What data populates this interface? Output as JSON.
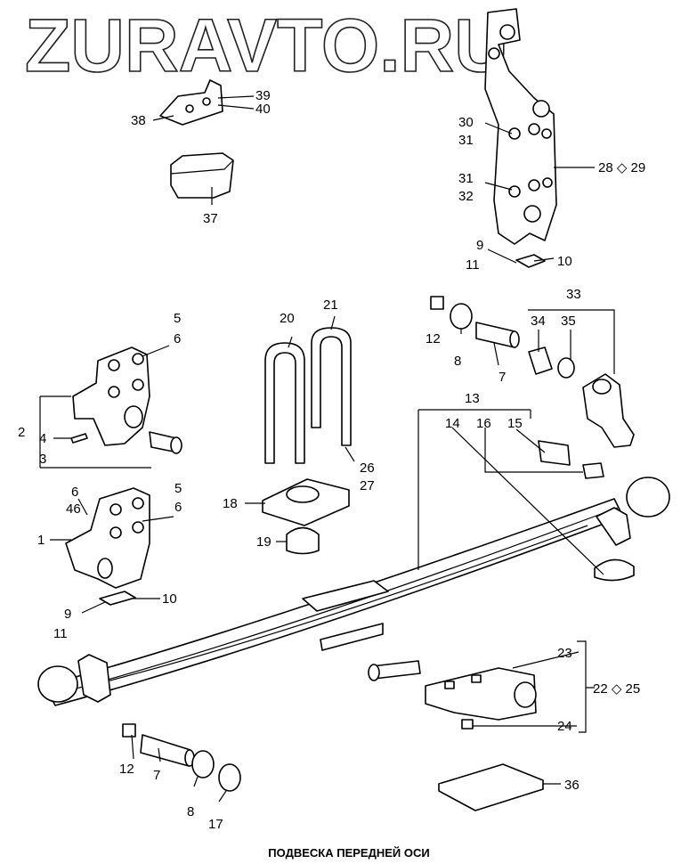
{
  "watermark": "ZURAVTO.RU",
  "caption": "ПОДВЕСКА ПЕРЕДНЕЙ ОСИ",
  "labels": {
    "l39": "39",
    "l40": "40",
    "l38": "38",
    "l37": "37",
    "l30": "30",
    "l31a": "31",
    "l31b": "31",
    "l32": "32",
    "l28": "28 ◇ 29",
    "l9a": "9",
    "l11a": "11",
    "l10a": "10",
    "l5a": "5",
    "l6a": "6",
    "l2": "2",
    "l4": "4",
    "l3": "3",
    "l20": "20",
    "l21": "21",
    "l26": "26",
    "l27": "27",
    "l33": "33",
    "l34": "34",
    "l35": "35",
    "l12a": "12",
    "l8a": "8",
    "l7a": "7",
    "l13": "13",
    "l14": "14",
    "l16": "16",
    "l15": "15",
    "l6b": "6",
    "l46": "46",
    "l5b": "5",
    "l6c": "6",
    "l1": "1",
    "l18": "18",
    "l19": "19",
    "l9b": "9",
    "l11b": "11",
    "l10b": "10",
    "l23": "23",
    "l22": "22 ◇ 25",
    "l24": "24",
    "l12b": "12",
    "l7b": "7",
    "l8b": "8",
    "l17": "17",
    "l36": "36"
  }
}
